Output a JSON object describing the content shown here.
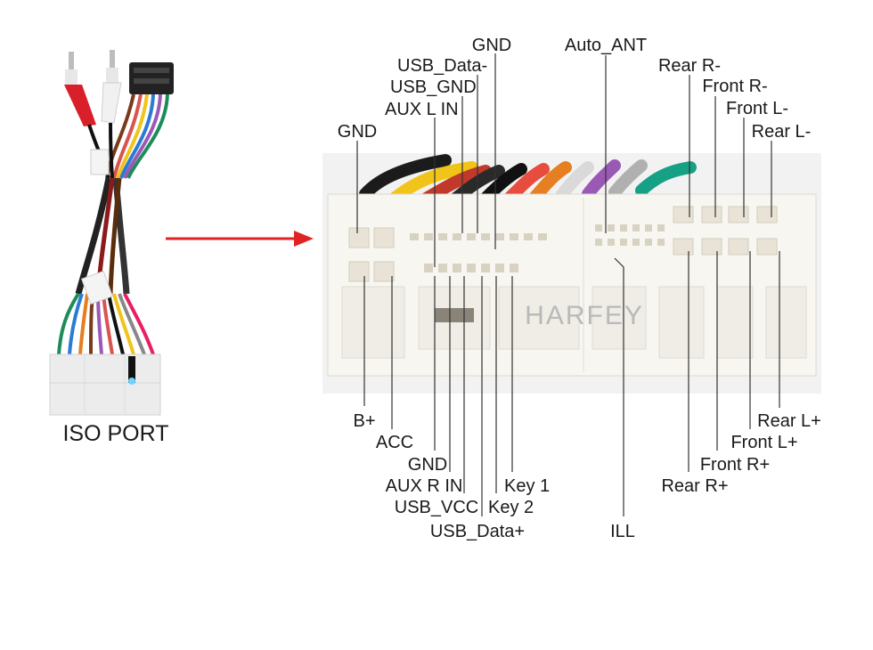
{
  "harness": {
    "title": "ISO PORT"
  },
  "arrow": {
    "color": "#e02424"
  },
  "connector": {
    "watermark": "HARFEY"
  },
  "labels": {
    "top": {
      "gnd_center": "GND",
      "auto_ant": "Auto_ANT",
      "usb_data_minus": "USB_Data-",
      "usb_gnd": "USB_GND",
      "aux_l_in": "AUX L IN",
      "gnd_left": "GND",
      "rear_r_minus": "Rear R-",
      "front_r_minus": "Front R-",
      "front_l_minus": "Front L-",
      "rear_l_minus": "Rear L-"
    },
    "bottom": {
      "b_plus": "B+",
      "acc": "ACC",
      "gnd": "GND",
      "aux_r_in": "AUX R IN",
      "usb_vcc": "USB_VCC",
      "usb_data_plus": "USB_Data+",
      "key1": "Key 1",
      "key2": "Key 2",
      "ill": "ILL",
      "rear_l_plus": "Rear L+",
      "front_l_plus": "Front L+",
      "front_r_plus": "Front R+",
      "rear_r_plus": "Rear R+"
    }
  }
}
